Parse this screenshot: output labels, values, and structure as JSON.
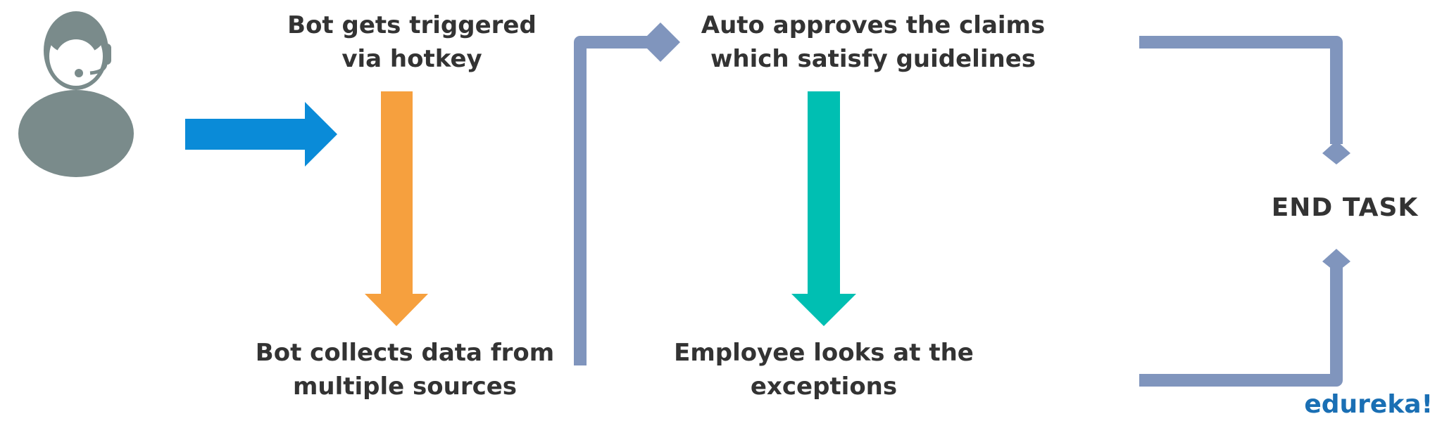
{
  "steps": {
    "trigger": {
      "line1": "Bot gets triggered",
      "line2": "via hotkey"
    },
    "collect": {
      "line1": "Bot collects data from",
      "line2": "multiple sources"
    },
    "approve": {
      "line1": "Auto approves the claims",
      "line2": "which satisfy guidelines"
    },
    "exceptions": {
      "line1": "Employee looks at the",
      "line2": "exceptions"
    },
    "end": "END TASK"
  },
  "brand": "edureka!",
  "icons": {
    "user": "support-agent-headset-icon"
  },
  "colors": {
    "blue_arrow": "#0a8bd8",
    "orange_arrow": "#f6a03e",
    "teal_arrow": "#00bfb2",
    "connector": "#8095bd",
    "avatar": "#7a8b8b",
    "text": "#333333",
    "brand": "#1a6fb4"
  }
}
